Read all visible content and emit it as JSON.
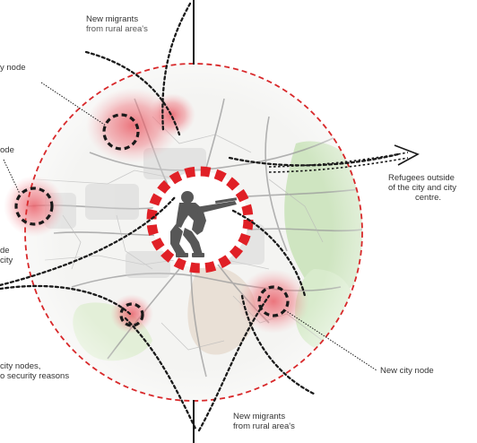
{
  "colors": {
    "ring": "#d8282a",
    "dash": "#1a1a1a",
    "soldier": "#5a5a5a",
    "glow": "#e84a55",
    "map_road": "#8d8d8d",
    "map_green": "#9cc98a"
  },
  "labels": {
    "top_migrants": [
      "New migrants",
      "from rural area's"
    ],
    "city_node_top": "y node",
    "node_left": "ode",
    "left_city": [
      "de",
      "city"
    ],
    "refugees": [
      "Refugees outside",
      "of the city and city",
      "centre."
    ],
    "bottom_left": [
      "city nodes,",
      "o security reasons"
    ],
    "new_city_node": "New city node",
    "bottom_migrants": [
      "New migrants",
      "from rural area's"
    ]
  },
  "icons": {
    "center": "soldier-rifle-icon",
    "arrow": "arrow-head-icon"
  }
}
